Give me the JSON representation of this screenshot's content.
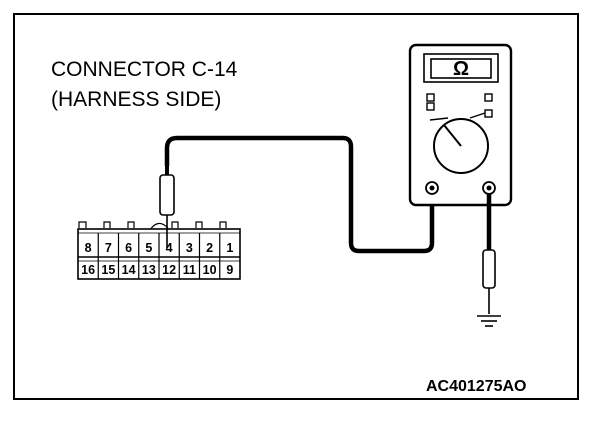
{
  "connector": {
    "title_line1": "CONNECTOR C-14",
    "title_line2": "(HARNESS SIDE)",
    "top_row_pins": [
      "8",
      "7",
      "6",
      "5",
      "4",
      "3",
      "2",
      "1"
    ],
    "bottom_row_pins": [
      "16",
      "15",
      "14",
      "13",
      "12",
      "11",
      "10",
      "9"
    ],
    "probed_pin": "4"
  },
  "meter": {
    "display_symbol": "Ω"
  },
  "figure_code": "AC401275AO"
}
